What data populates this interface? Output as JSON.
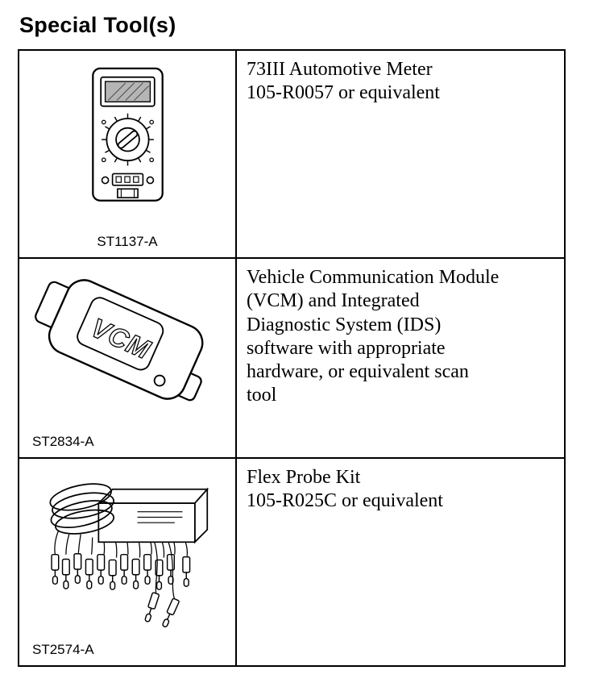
{
  "page": {
    "title": "Special Tool(s)"
  },
  "colors": {
    "border": "#000000",
    "background": "#ffffff",
    "text": "#000000"
  },
  "tools": [
    {
      "id": "ST1137-A",
      "icon": "multimeter-icon",
      "description": "73III Automotive Meter\n105-R0057 or equivalent"
    },
    {
      "id": "ST2834-A",
      "icon": "vcm-device-icon",
      "device_text": "VCM",
      "description": "Vehicle Communication Module\n(VCM) and Integrated\nDiagnostic System (IDS)\nsoftware with appropriate\nhardware, or equivalent scan\ntool"
    },
    {
      "id": "ST2574-A",
      "icon": "flex-probe-kit-icon",
      "description": "Flex Probe Kit\n105-R025C or equivalent"
    }
  ]
}
